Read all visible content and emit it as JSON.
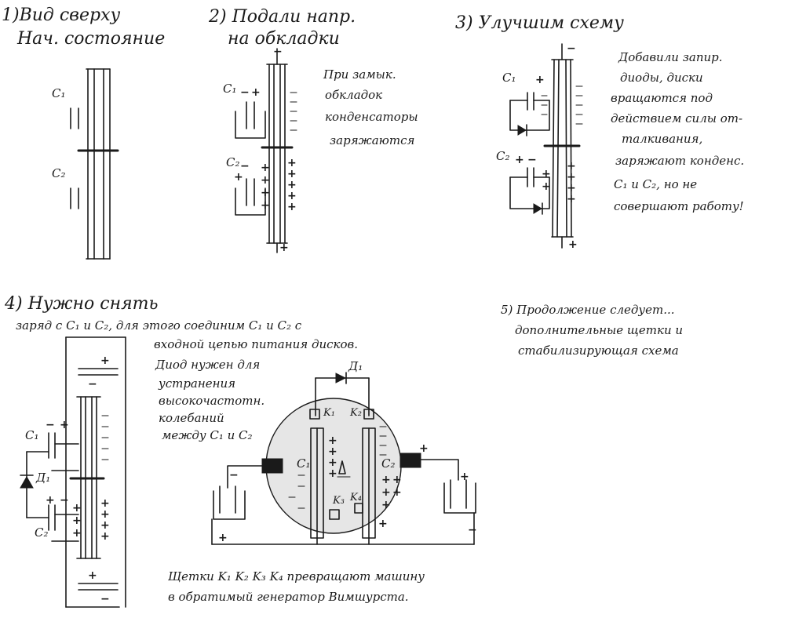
{
  "panel1": {
    "title_line1": "1)Вид сверху",
    "title_line2": "Нач. состояние",
    "c1": "C₁",
    "c2": "C₂"
  },
  "panel2": {
    "title_line1": "2) Подали напр.",
    "title_line2": "на обкладки",
    "note": [
      "При замык.",
      "обкладок",
      "конденсаторы",
      "заряжаются"
    ],
    "c1": "C₁",
    "c2": "C₂"
  },
  "panel3": {
    "title": "3) Улучшим схему",
    "note": [
      "Добавили запир.",
      "диоды, диски",
      "вращаются под",
      "действием силы от-",
      "талкивания,",
      "заряжают конденс.",
      "C₁ и C₂, но не",
      "совершают работу!"
    ],
    "c1": "C₁",
    "c2": "C₂"
  },
  "panel4": {
    "title_line1": "4) Нужно снять",
    "title_line2": "заряд с C₁ и C₂, для этого соединим C₁ и C₂ с",
    "title_line3": "входной цепью питания дисков.",
    "note": [
      "Диод нужен для",
      "устранения",
      "высокочастотн.",
      "колебаний",
      "между C₁ и C₂"
    ],
    "c1": "C₁",
    "c2": "C₂",
    "d1": "Д₁",
    "machine": {
      "d1": "Д₁",
      "k1": "K₁",
      "k2": "K₂",
      "k3": "K₃",
      "k4": "K₄",
      "c1": "C₁",
      "c2": "C₂"
    },
    "caption_line1": "Щетки K₁ K₂ K₃ K₄ превращают машину",
    "caption_line2": "в обратимый генератор Вимшурста."
  },
  "panel5": {
    "line1": "5) Продолжение следует...",
    "line2": "дополнительные щетки и",
    "line3": "стабилизирующая схема"
  }
}
